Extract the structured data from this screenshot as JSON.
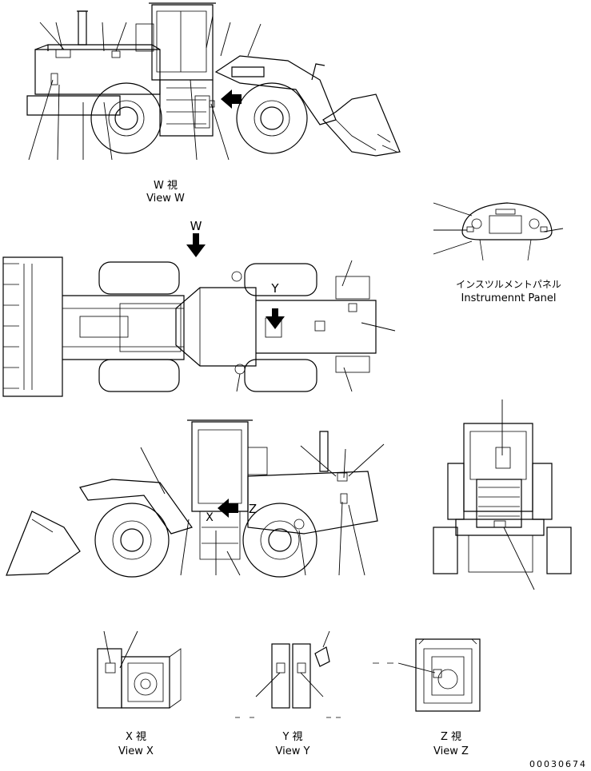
{
  "labels": {
    "view_w_jp": "W 視",
    "view_w_en": "View W",
    "arrow_w": "W",
    "arrow_y": "Y",
    "arrow_x": "X",
    "arrow_z": "Z",
    "panel_jp": "インスツルメントパネル",
    "panel_en": "Instrumennt Panel",
    "view_x_jp": "X 視",
    "view_x_en": "View X",
    "view_y_jp": "Y 視",
    "view_y_en": "View Y",
    "view_z_jp": "Z 視",
    "view_z_en": "View Z",
    "drawing_number": "00030674"
  },
  "colors": {
    "line": "#000000",
    "background": "#ffffff"
  }
}
